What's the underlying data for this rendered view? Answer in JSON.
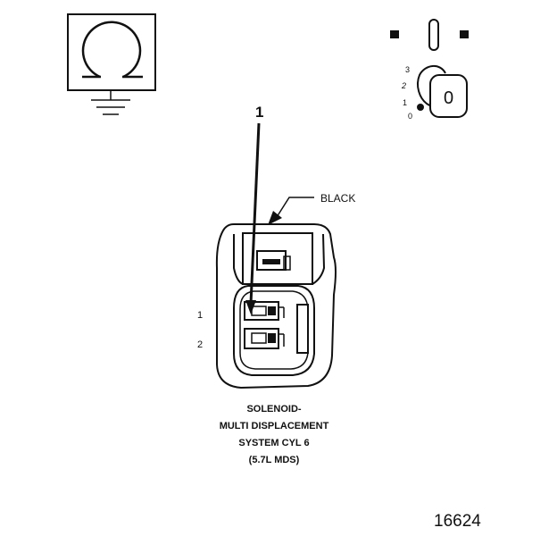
{
  "legend": {
    "ohm_symbol": "Ω",
    "ohm_icon": "ohmmeter-icon",
    "ground_icon": "ground-symbol-icon"
  },
  "ignition": {
    "icon": "ignition-key-switch-icon",
    "key_label": "0",
    "positions": [
      "3",
      "2",
      "1",
      "0"
    ]
  },
  "callout": {
    "number": "1"
  },
  "connector": {
    "color_label": "BLACK",
    "pins": [
      "1",
      "2"
    ],
    "caption": [
      "SOLENOID-",
      "MULTI DISPLACEMENT",
      "SYSTEM CYL 6",
      "(5.7L MDS)"
    ]
  },
  "figure_id": "16624"
}
